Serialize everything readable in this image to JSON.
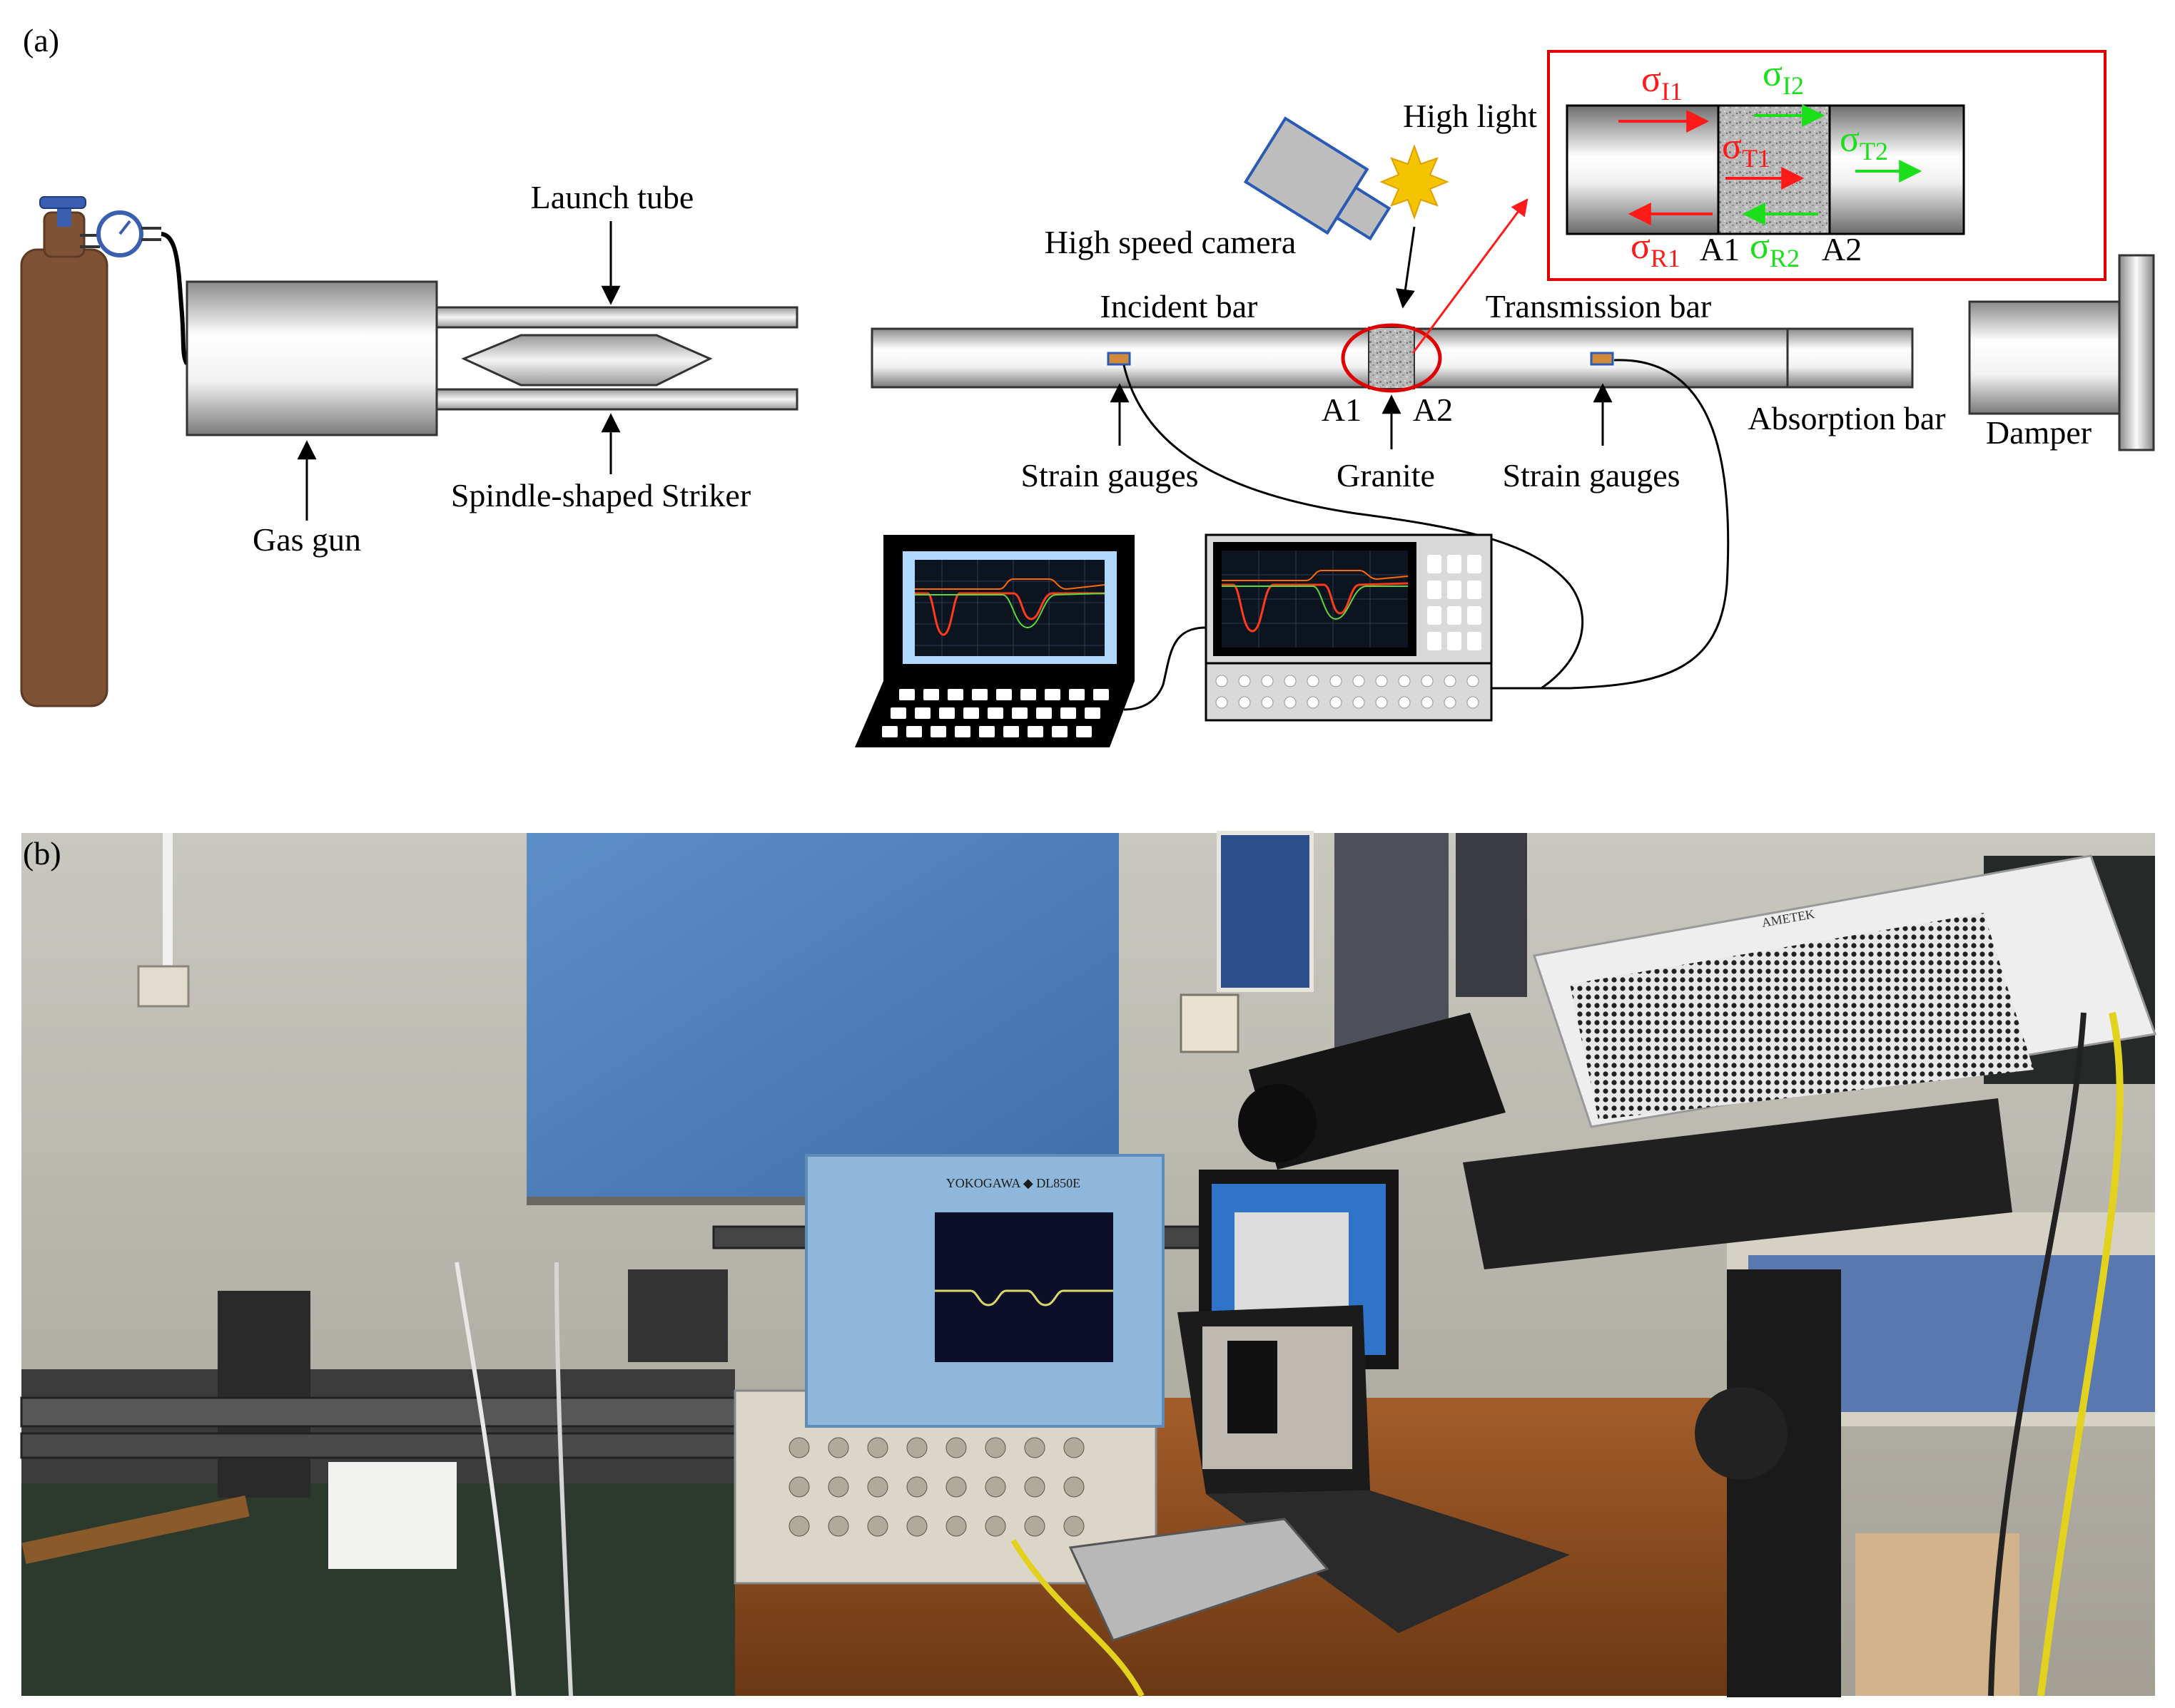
{
  "panel_a": {
    "label": "(a)",
    "gas_gun": "Gas gun",
    "launch_tube": "Launch tube",
    "striker": "Spindle-shaped Striker",
    "high_speed_camera": "High speed camera",
    "high_light": "High light",
    "incident_bar": "Incident bar",
    "transmission_bar": "Transmission bar",
    "absorption_bar": "Absorption bar",
    "damper": "Damper",
    "strain_gauges_left": "Strain gauges",
    "strain_gauges_right": "Strain gauges",
    "granite": "Granite",
    "a1": "A1",
    "a2": "A2",
    "inset": {
      "sigma_I": "σ",
      "sub_I1": "I1",
      "sub_I2": "I2",
      "sub_T1": "T1",
      "sub_T2": "T2",
      "sub_R1": "R1",
      "sub_R2": "R2",
      "a1": "A1",
      "a2": "A2",
      "red_color": "#ff1a1a",
      "green_color": "#1adf1a"
    }
  },
  "panel_b": {
    "label": "(b)",
    "oscilloscope_brand": "YOKOGAWA ◆ DL850E",
    "camera_brand": "AMETEK"
  }
}
